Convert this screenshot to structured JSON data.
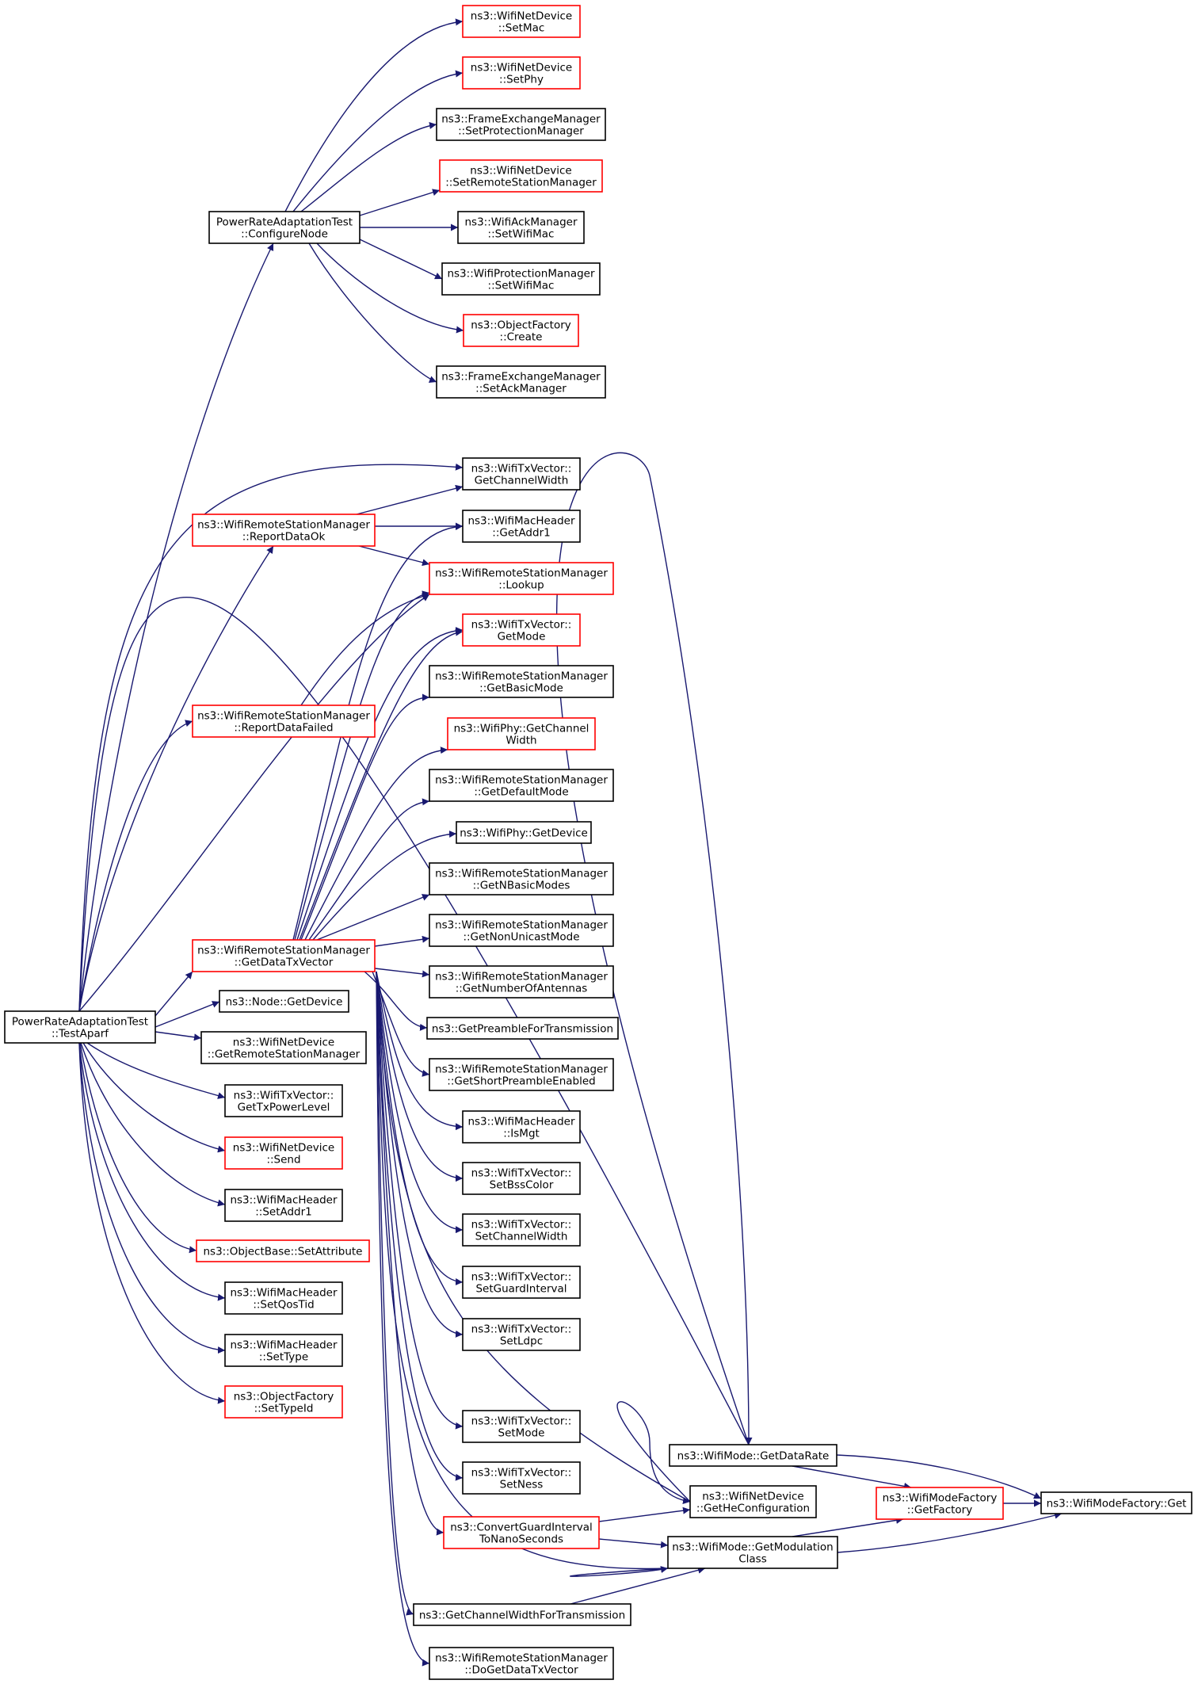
{
  "diagram": {
    "colors": {
      "edge": "#191970",
      "border_normal": "#000000",
      "border_red": "#ff0000",
      "root_fill": "#bfbfbf",
      "node_fill": "#ffffff"
    },
    "nodes": [
      {
        "id": "root",
        "lines": [
          "PowerRateAdaptationTest",
          "::TestAparf"
        ],
        "style": "grey"
      },
      {
        "id": "configure",
        "lines": [
          "PowerRateAdaptationTest",
          "::ConfigureNode"
        ],
        "style": "black"
      },
      {
        "id": "setmac",
        "lines": [
          "ns3::WifiNetDevice",
          "::SetMac"
        ],
        "style": "red"
      },
      {
        "id": "setphy",
        "lines": [
          "ns3::WifiNetDevice",
          "::SetPhy"
        ],
        "style": "red"
      },
      {
        "id": "setprotmgr",
        "lines": [
          "ns3::FrameExchangeManager",
          "::SetProtectionManager"
        ],
        "style": "black"
      },
      {
        "id": "setrsm",
        "lines": [
          "ns3::WifiNetDevice",
          "::SetRemoteStationManager"
        ],
        "style": "red"
      },
      {
        "id": "ackmac",
        "lines": [
          "ns3::WifiAckManager",
          "::SetWifiMac"
        ],
        "style": "black"
      },
      {
        "id": "protmac",
        "lines": [
          "ns3::WifiProtectionManager",
          "::SetWifiMac"
        ],
        "style": "black"
      },
      {
        "id": "create",
        "lines": [
          "ns3::ObjectFactory",
          "::Create"
        ],
        "style": "red"
      },
      {
        "id": "setackmgr",
        "lines": [
          "ns3::FrameExchangeManager",
          "::SetAckManager"
        ],
        "style": "black"
      },
      {
        "id": "getchw",
        "lines": [
          "ns3::WifiTxVector::",
          "GetChannelWidth"
        ],
        "style": "black"
      },
      {
        "id": "reportok",
        "lines": [
          "ns3::WifiRemoteStationManager",
          "::ReportDataOk"
        ],
        "style": "red"
      },
      {
        "id": "getaddr1",
        "lines": [
          "ns3::WifiMacHeader",
          "::GetAddr1"
        ],
        "style": "black"
      },
      {
        "id": "lookup",
        "lines": [
          "ns3::WifiRemoteStationManager",
          "::Lookup"
        ],
        "style": "red"
      },
      {
        "id": "getmode",
        "lines": [
          "ns3::WifiTxVector::",
          "GetMode"
        ],
        "style": "red"
      },
      {
        "id": "getbasic",
        "lines": [
          "ns3::WifiRemoteStationManager",
          "::GetBasicMode"
        ],
        "style": "black"
      },
      {
        "id": "phychw",
        "lines": [
          "ns3::WifiPhy::GetChannel",
          "Width"
        ],
        "style": "red"
      },
      {
        "id": "reportfail",
        "lines": [
          "ns3::WifiRemoteStationManager",
          "::ReportDataFailed"
        ],
        "style": "red"
      },
      {
        "id": "getdefault",
        "lines": [
          "ns3::WifiRemoteStationManager",
          "::GetDefaultMode"
        ],
        "style": "black"
      },
      {
        "id": "phydev",
        "lines": [
          "ns3::WifiPhy::GetDevice"
        ],
        "style": "black"
      },
      {
        "id": "nbasic",
        "lines": [
          "ns3::WifiRemoteStationManager",
          "::GetNBasicModes"
        ],
        "style": "black"
      },
      {
        "id": "nonuni",
        "lines": [
          "ns3::WifiRemoteStationManager",
          "::GetNonUnicastMode"
        ],
        "style": "black"
      },
      {
        "id": "getdtv",
        "lines": [
          "ns3::WifiRemoteStationManager",
          "::GetDataTxVector"
        ],
        "style": "red"
      },
      {
        "id": "numant",
        "lines": [
          "ns3::WifiRemoteStationManager",
          "::GetNumberOfAntennas"
        ],
        "style": "black"
      },
      {
        "id": "nodedev",
        "lines": [
          "ns3::Node::GetDevice"
        ],
        "style": "black"
      },
      {
        "id": "preamble",
        "lines": [
          "ns3::GetPreambleForTransmission"
        ],
        "style": "black"
      },
      {
        "id": "getrsm",
        "lines": [
          "ns3::WifiNetDevice",
          "::GetRemoteStationManager"
        ],
        "style": "black"
      },
      {
        "id": "shortpre",
        "lines": [
          "ns3::WifiRemoteStationManager",
          "::GetShortPreambleEnabled"
        ],
        "style": "black"
      },
      {
        "id": "txpower",
        "lines": [
          "ns3::WifiTxVector::",
          "GetTxPowerLevel"
        ],
        "style": "black"
      },
      {
        "id": "ismgt",
        "lines": [
          "ns3::WifiMacHeader",
          "::IsMgt"
        ],
        "style": "black"
      },
      {
        "id": "send",
        "lines": [
          "ns3::WifiNetDevice",
          "::Send"
        ],
        "style": "red"
      },
      {
        "id": "bsscolor",
        "lines": [
          "ns3::WifiTxVector::",
          "SetBssColor"
        ],
        "style": "black"
      },
      {
        "id": "setaddr1",
        "lines": [
          "ns3::WifiMacHeader",
          "::SetAddr1"
        ],
        "style": "black"
      },
      {
        "id": "setchw",
        "lines": [
          "ns3::WifiTxVector::",
          "SetChannelWidth"
        ],
        "style": "black"
      },
      {
        "id": "setattr",
        "lines": [
          "ns3::ObjectBase::SetAttribute"
        ],
        "style": "red"
      },
      {
        "id": "guard",
        "lines": [
          "ns3::WifiTxVector::",
          "SetGuardInterval"
        ],
        "style": "black"
      },
      {
        "id": "qos",
        "lines": [
          "ns3::WifiMacHeader",
          "::SetQosTid"
        ],
        "style": "black"
      },
      {
        "id": "ldpc",
        "lines": [
          "ns3::WifiTxVector::",
          "SetLdpc"
        ],
        "style": "black"
      },
      {
        "id": "settype",
        "lines": [
          "ns3::WifiMacHeader",
          "::SetType"
        ],
        "style": "black"
      },
      {
        "id": "typeid",
        "lines": [
          "ns3::ObjectFactory",
          "::SetTypeId"
        ],
        "style": "red"
      },
      {
        "id": "setmode",
        "lines": [
          "ns3::WifiTxVector::",
          "SetMode"
        ],
        "style": "black"
      },
      {
        "id": "datarate",
        "lines": [
          "ns3::WifiMode::GetDataRate"
        ],
        "style": "black"
      },
      {
        "id": "ness",
        "lines": [
          "ns3::WifiTxVector::",
          "SetNess"
        ],
        "style": "black"
      },
      {
        "id": "hecfg",
        "lines": [
          "ns3::WifiNetDevice",
          "::GetHeConfiguration"
        ],
        "style": "black"
      },
      {
        "id": "getfactory",
        "lines": [
          "ns3::WifiModeFactory",
          "::GetFactory"
        ],
        "style": "red"
      },
      {
        "id": "mfget",
        "lines": [
          "ns3::WifiModeFactory::Get"
        ],
        "style": "black"
      },
      {
        "id": "convgi",
        "lines": [
          "ns3::ConvertGuardInterval",
          "ToNanoSeconds"
        ],
        "style": "red"
      },
      {
        "id": "modclass",
        "lines": [
          "ns3::WifiMode::GetModulation",
          "Class"
        ],
        "style": "black"
      },
      {
        "id": "chwtx",
        "lines": [
          "ns3::GetChannelWidthForTransmission"
        ],
        "style": "black"
      },
      {
        "id": "dogetdtv",
        "lines": [
          "ns3::WifiRemoteStationManager",
          "::DoGetDataTxVector"
        ],
        "style": "black"
      }
    ]
  }
}
